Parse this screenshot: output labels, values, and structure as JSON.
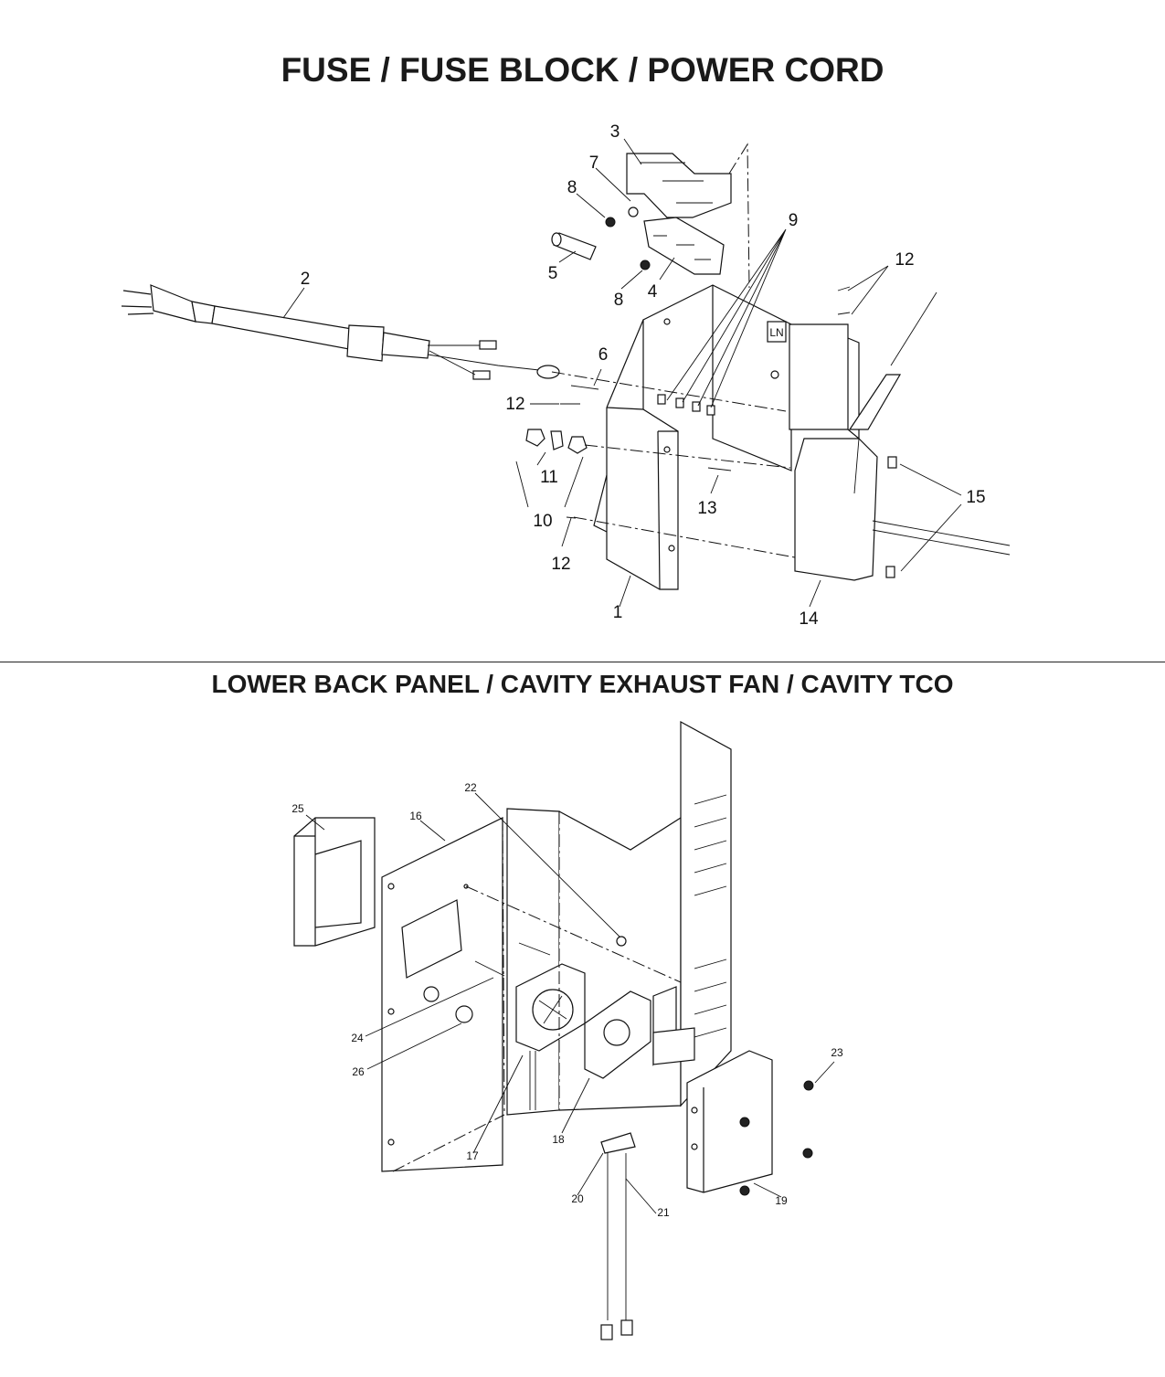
{
  "sections": {
    "top_title": "FUSE / FUSE BLOCK / POWER CORD",
    "bottom_title": "LOWER BACK PANEL / CAVITY EXHAUST FAN / CAVITY TCO"
  },
  "top_callouts": {
    "c1": "1",
    "c2": "2",
    "c3": "3",
    "c4": "4",
    "c5": "5",
    "c6": "6",
    "c7": "7",
    "c8a": "8",
    "c8b": "8",
    "c9": "9",
    "c10": "10",
    "c11": "11",
    "c12a": "12",
    "c12b": "12",
    "c12c": "12",
    "c13": "13",
    "c14": "14",
    "c15": "15"
  },
  "bottom_callouts": {
    "c16": "16",
    "c17": "17",
    "c18": "18",
    "c19": "19",
    "c20": "20",
    "c21": "21",
    "c22": "22",
    "c23": "23",
    "c24": "24",
    "c25": "25",
    "c26": "26"
  },
  "terminal_label": "LN"
}
